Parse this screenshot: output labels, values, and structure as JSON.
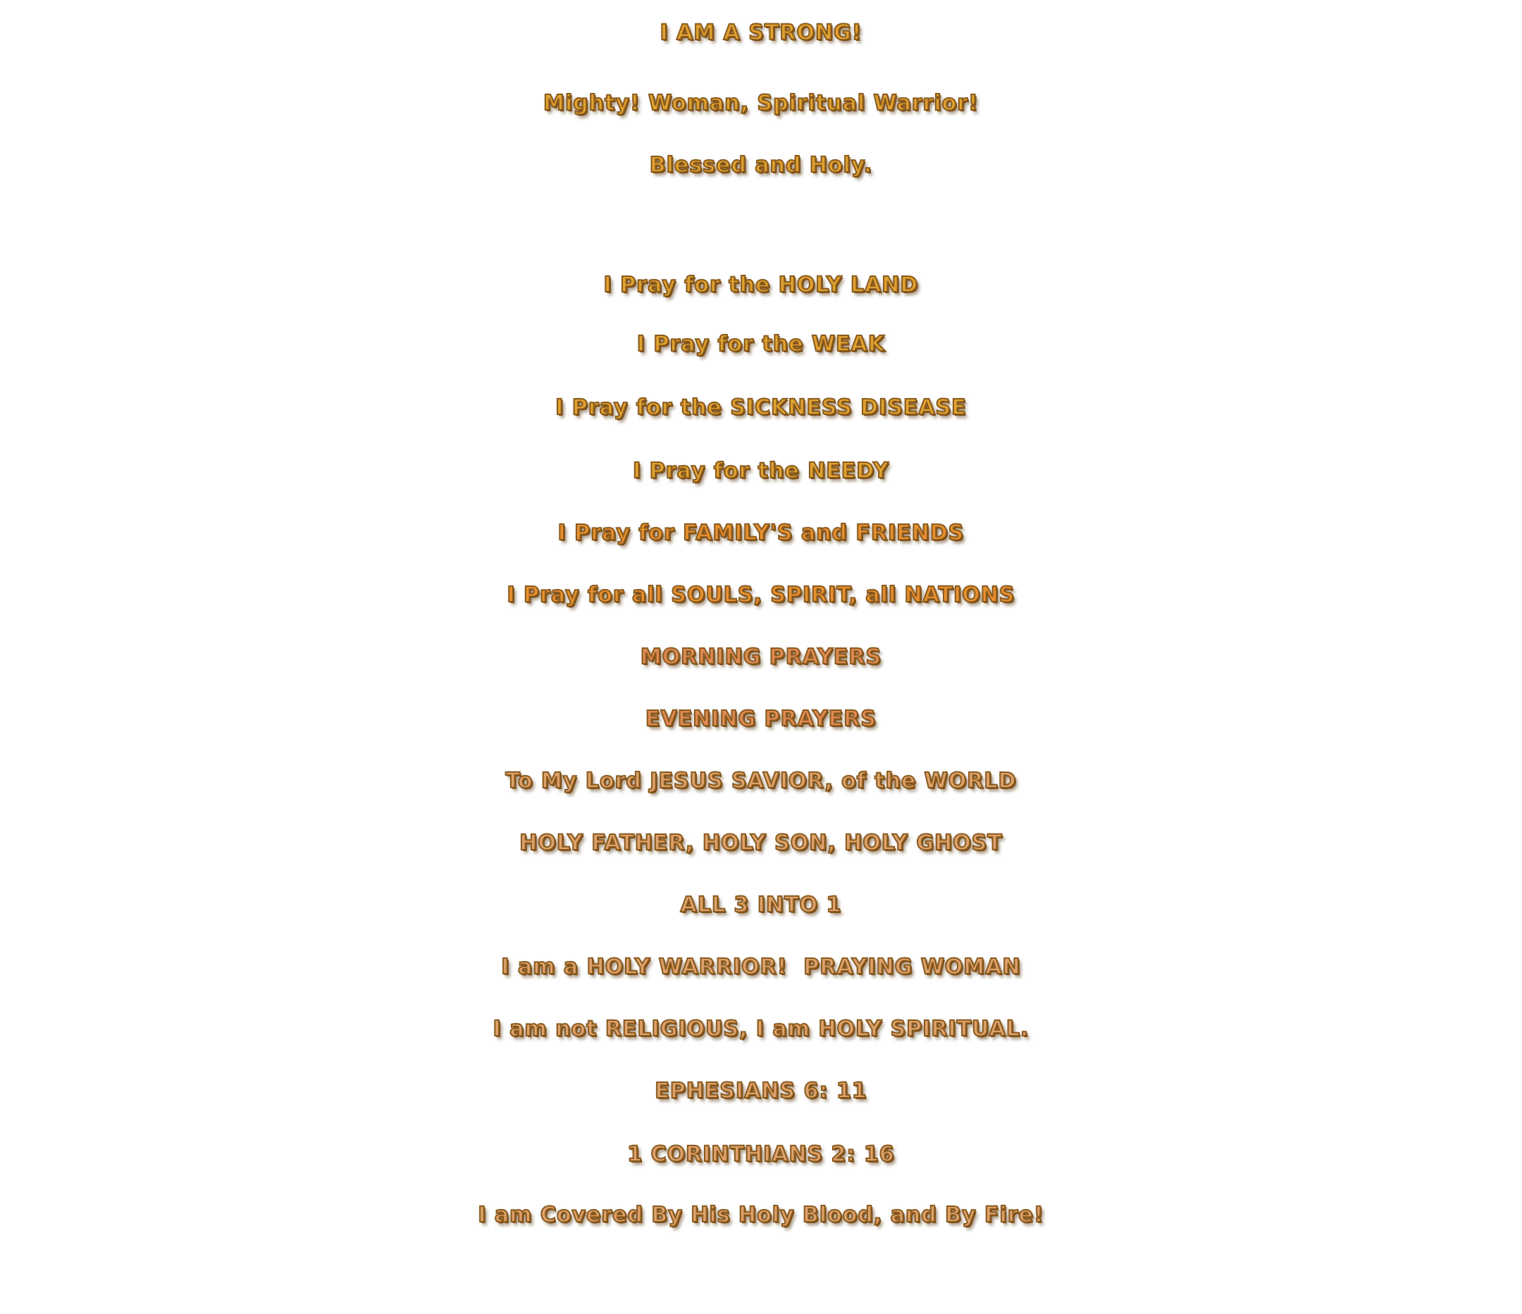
{
  "lines": [
    "I AM A STRONG!",
    "Mighty! Woman, Spiritual Warrior!",
    "Blessed and Holy.",
    "I Pray for the HOLY LAND",
    "I Pray for the WEAK",
    "I Pray for the SICKNESS DISEASE",
    "I Pray for the NEEDY",
    "I Pray for FAMILY'S and FRIENDS",
    "I Pray for all SOULS, SPIRIT, all NATIONS",
    "MORNING PRAYERS",
    "EVENING PRAYERS",
    "To My Lord JESUS SAVIOR, of the WORLD",
    "HOLY FATHER, HOLY SON, HOLY GHOST",
    "ALL 3 INTO 1",
    "I am a HOLY WARRIOR!  PRAYING WOMAN",
    "I am not RELIGIOUS, I am HOLY SPIRITUAL.",
    "EPHESIANS 6: 11",
    "1 CORINTHIANS 2: 16",
    "I am Covered By His Holy Blood, and By Fire!"
  ],
  "colors": {
    "gold": "#e0a230",
    "orange": "#e89030",
    "rose": "#df8a54",
    "tan": "#dea26c",
    "background": "#ffffff"
  }
}
